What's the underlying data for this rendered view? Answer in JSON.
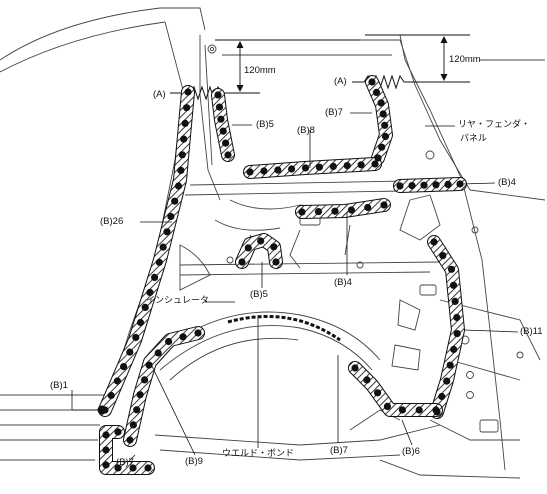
{
  "labels": {
    "cut_a_left": "(A)",
    "cut_a_right": "(A)",
    "dim_left": "120mm",
    "dim_right": "120mm",
    "b5_upper": "(B)5",
    "b7_upper": "(B)7",
    "b8": "(B)8",
    "b4_right": "(B)4",
    "b26": "(B)26",
    "b4_center": "(B)4",
    "b5_lower": "(B)5",
    "b11": "(B)11",
    "b1": "(B)1",
    "b7_bottom_left": "(B)7",
    "b9": "(B)9",
    "b7_bottom_center": "(B)7",
    "b6": "(B)6",
    "rear_fender_panel_line1": "リヤ・フェンダ・",
    "rear_fender_panel_line2": "パネル",
    "insulator": "インシュレータ",
    "weld_bond": "ウエルド・ボンド"
  }
}
